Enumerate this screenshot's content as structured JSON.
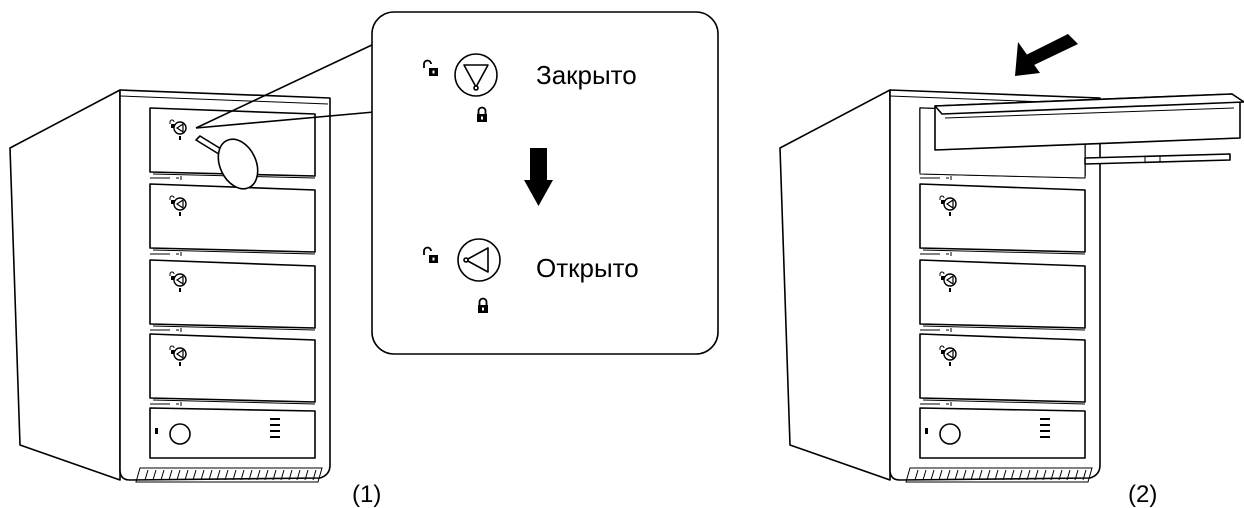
{
  "callout": {
    "state_closed_label": "Закрыто",
    "state_open_label": "Открыто"
  },
  "figures": {
    "step1_label": "(1)",
    "step2_label": "(2)"
  }
}
